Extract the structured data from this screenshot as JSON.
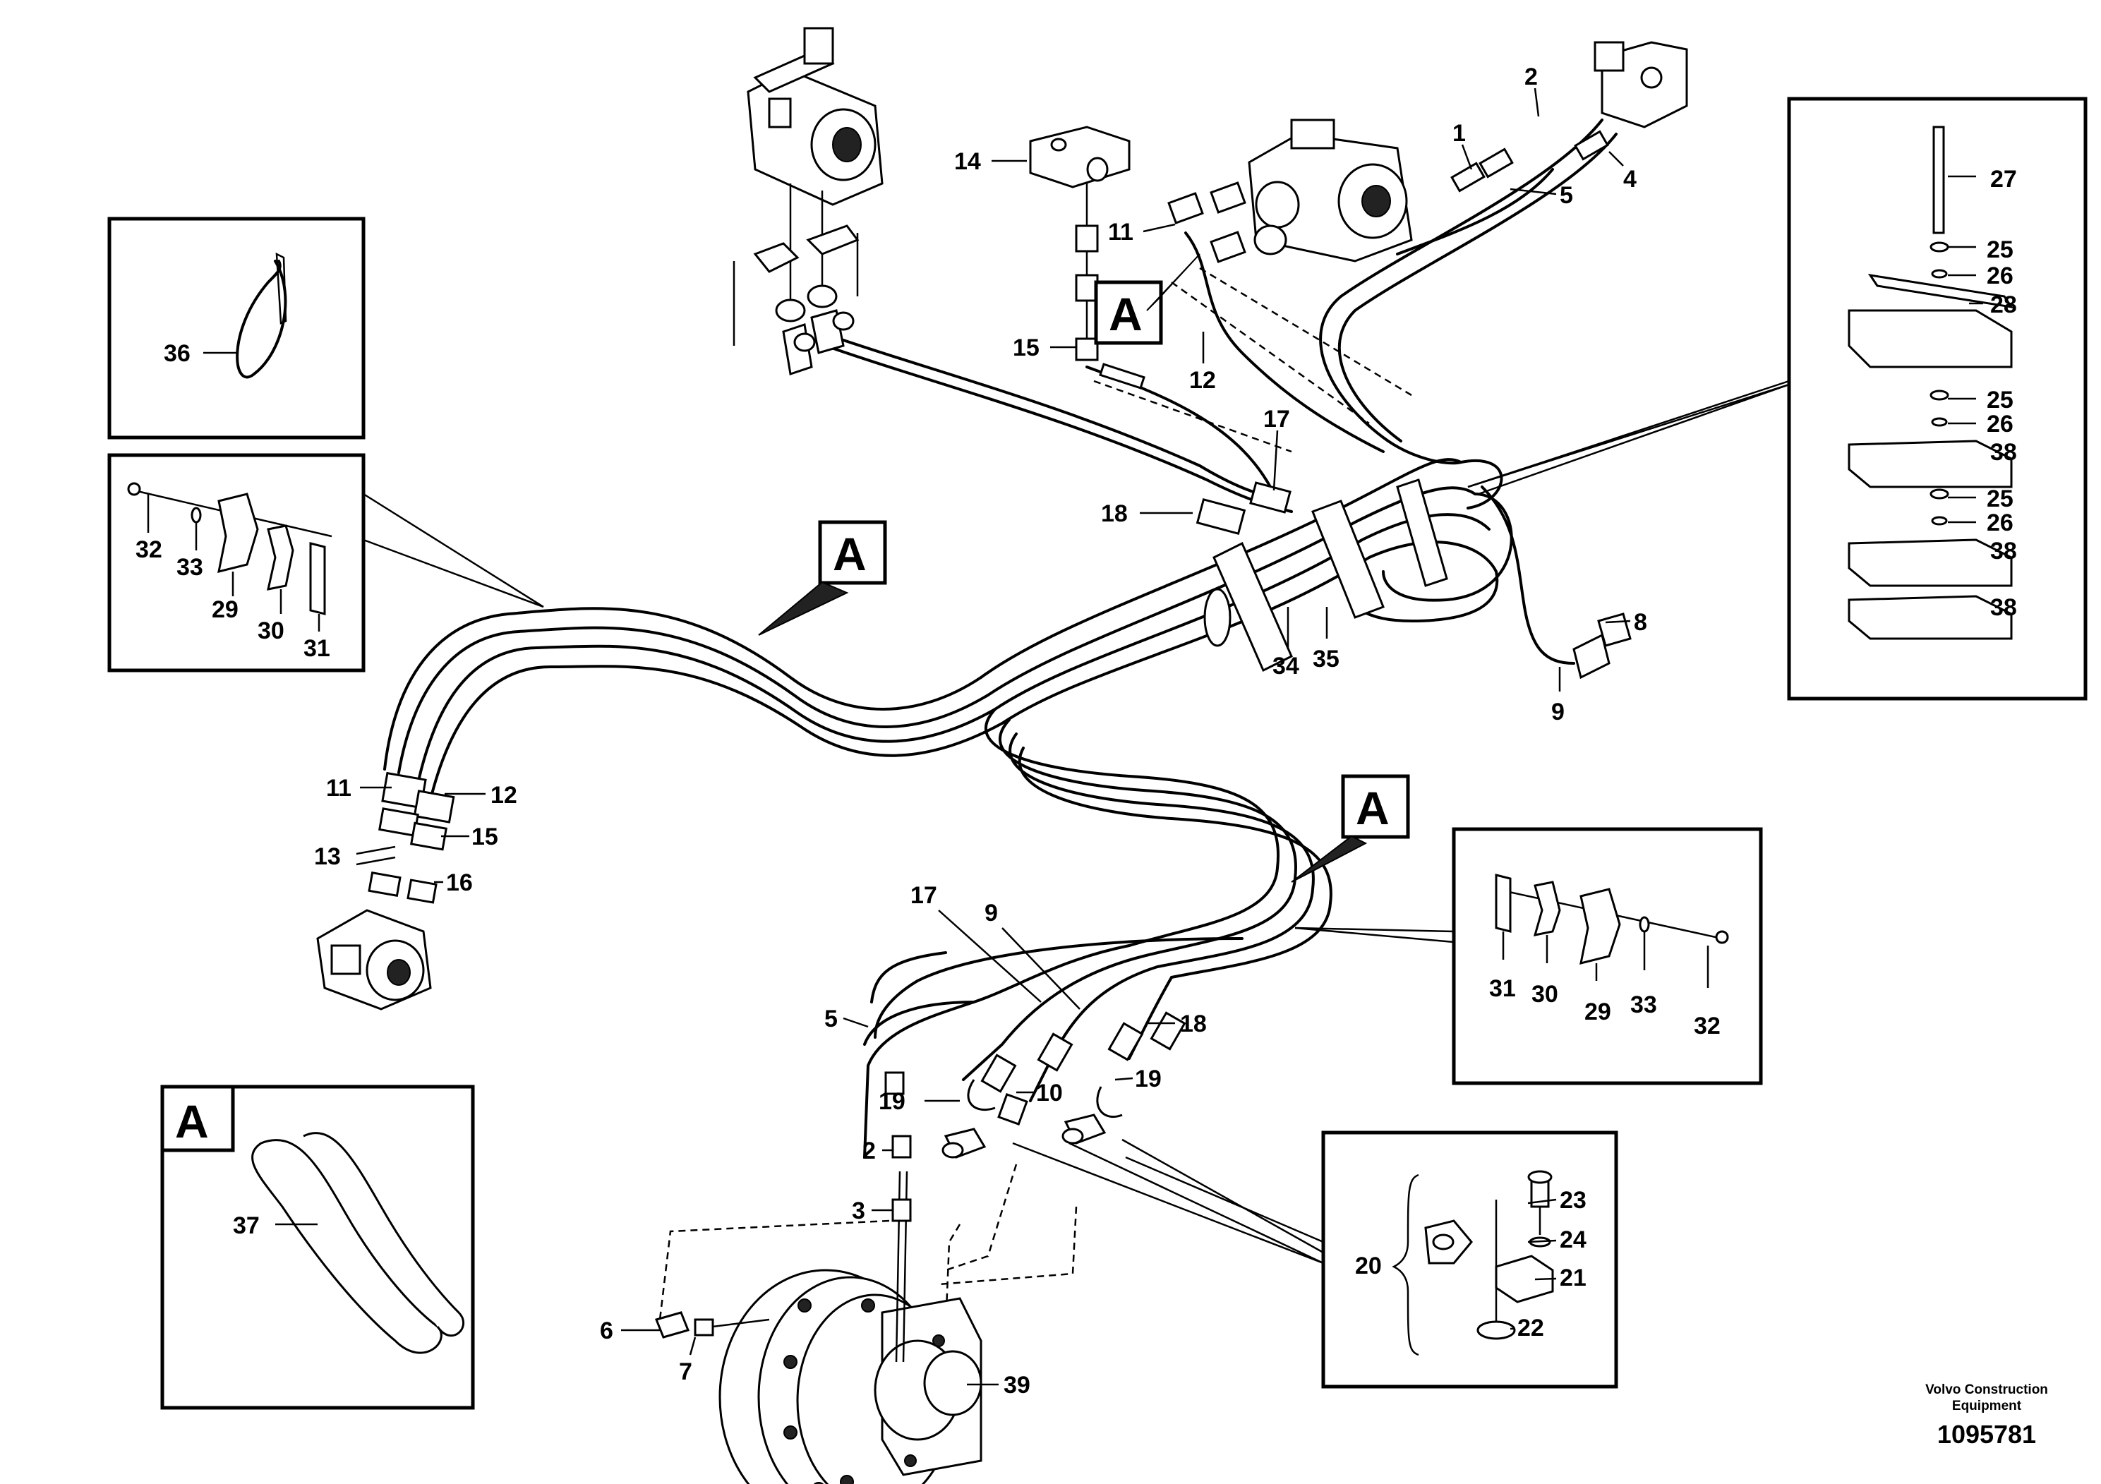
{
  "footer": {
    "company_line1": "Volvo Construction",
    "company_line2": "Equipment",
    "drawing_number": "1095781"
  },
  "callouts": [
    {
      "id": "c1",
      "text": "1"
    },
    {
      "id": "c2",
      "text": "2"
    },
    {
      "id": "c4",
      "text": "4"
    },
    {
      "id": "c5",
      "text": "5"
    },
    {
      "id": "c14",
      "text": "14"
    },
    {
      "id": "c11a",
      "text": "11"
    },
    {
      "id": "c15a",
      "text": "15"
    },
    {
      "id": "c12a",
      "text": "12"
    },
    {
      "id": "c17a",
      "text": "17"
    },
    {
      "id": "c18a",
      "text": "18"
    },
    {
      "id": "c34",
      "text": "34"
    },
    {
      "id": "c35",
      "text": "35"
    },
    {
      "id": "c8",
      "text": "8"
    },
    {
      "id": "c9a",
      "text": "9"
    },
    {
      "id": "c11b",
      "text": "11"
    },
    {
      "id": "c12b",
      "text": "12"
    },
    {
      "id": "c15b",
      "text": "15"
    },
    {
      "id": "c13",
      "text": "13"
    },
    {
      "id": "c16",
      "text": "16"
    },
    {
      "id": "c17b",
      "text": "17"
    },
    {
      "id": "c9b",
      "text": "9"
    },
    {
      "id": "c5b",
      "text": "5"
    },
    {
      "id": "c18b",
      "text": "18"
    },
    {
      "id": "c19a",
      "text": "19"
    },
    {
      "id": "c10",
      "text": "10"
    },
    {
      "id": "c19b",
      "text": "19"
    },
    {
      "id": "c2b",
      "text": "2"
    },
    {
      "id": "c3",
      "text": "3"
    },
    {
      "id": "c6",
      "text": "6"
    },
    {
      "id": "c7",
      "text": "7"
    },
    {
      "id": "c39",
      "text": "39"
    }
  ],
  "inset_clamp_left": [
    "32",
    "33",
    "29",
    "30",
    "31"
  ],
  "inset_clamp_right": [
    "31",
    "30",
    "29",
    "33",
    "32"
  ],
  "inset_tie": [
    "36"
  ],
  "inset_sleeve": {
    "label": "A",
    "callout": "37"
  },
  "inset_stack": [
    "27",
    "25",
    "26",
    "28",
    "25",
    "26",
    "38",
    "25",
    "26",
    "38",
    "38"
  ],
  "inset_flange": [
    "20",
    "23",
    "24",
    "21",
    "22"
  ],
  "section_markers": [
    "A",
    "A",
    "A"
  ]
}
